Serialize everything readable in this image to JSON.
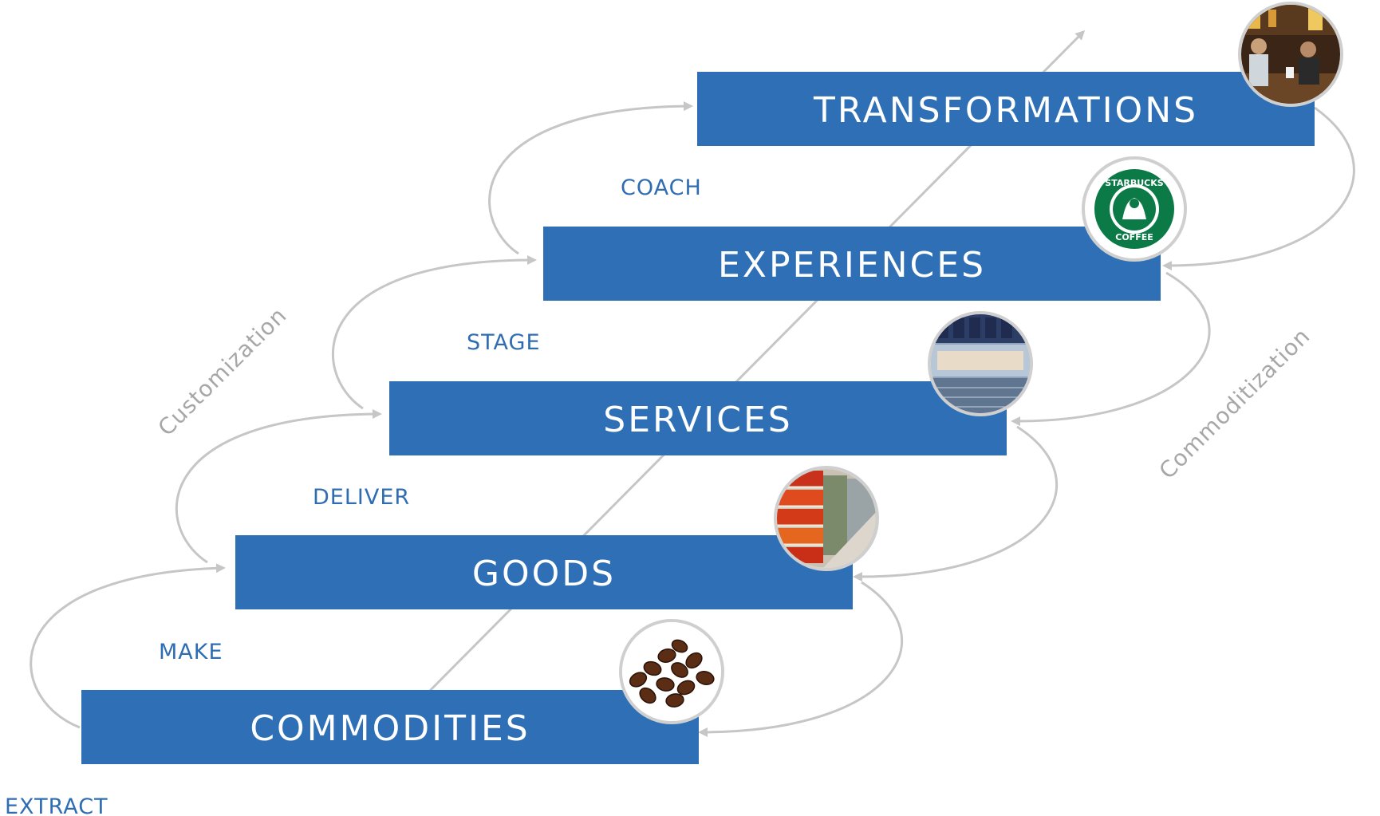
{
  "colors": {
    "box": "#2e6fb6",
    "verb_text": "#2f6db3",
    "axis_text": "#a7a7a7",
    "arrow": "#c6c6c6"
  },
  "stages": [
    {
      "label": "COMMODITIES",
      "image": "coffee-beans-photo"
    },
    {
      "label": "GOODS",
      "image": "supermarket-shelf-photo"
    },
    {
      "label": "SERVICES",
      "image": "coffee-counter-photo"
    },
    {
      "label": "EXPERIENCES",
      "image": "starbucks-logo"
    },
    {
      "label": "TRANSFORMATIONS",
      "image": "cafe-people-photo"
    }
  ],
  "verbs": [
    "EXTRACT",
    "MAKE",
    "DELIVER",
    "STAGE",
    "COACH"
  ],
  "logo_text": {
    "top": "STARBUCKS",
    "bottom": "COFFEE"
  },
  "axis": {
    "left": "Customization",
    "right": "Commoditization"
  }
}
